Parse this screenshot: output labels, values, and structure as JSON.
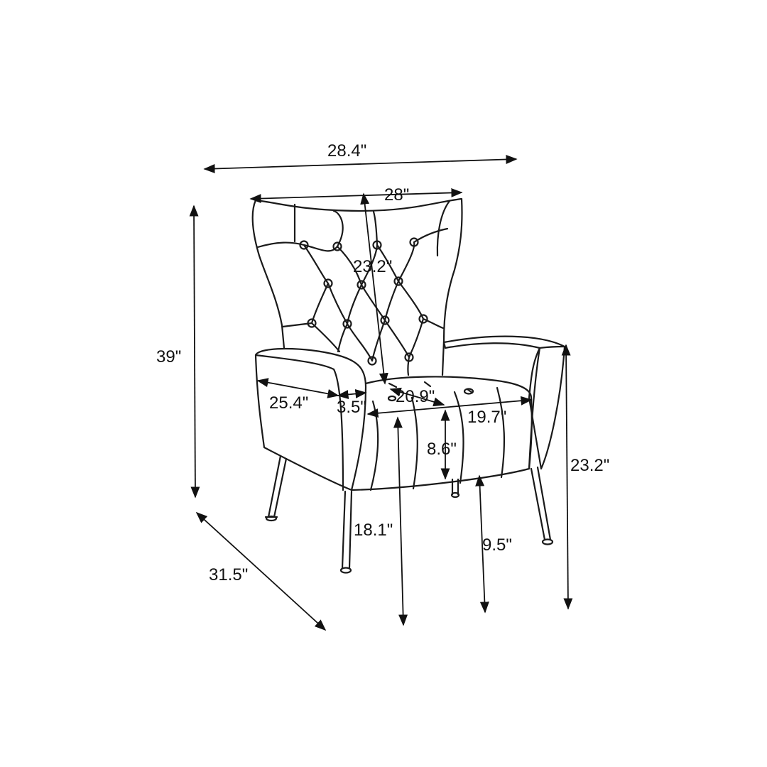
{
  "diagram": {
    "colors": {
      "line": "#1a1a1a",
      "background": "#ffffff"
    },
    "dimensions": {
      "overall_width": "28.4\"",
      "back_width": "28\"",
      "overall_height": "39\"",
      "back_height": "23.2\"",
      "seat_depth": "25.4\"",
      "arm_width": "3.5\"",
      "seat_width_back": "20.9\"",
      "seat_width_front": "19.7\"",
      "seat_thickness": "8.6\"",
      "seat_height": "18.1\"",
      "leg_height": "9.5\"",
      "arm_height": "23.2\"",
      "overall_depth": "31.5\""
    }
  }
}
